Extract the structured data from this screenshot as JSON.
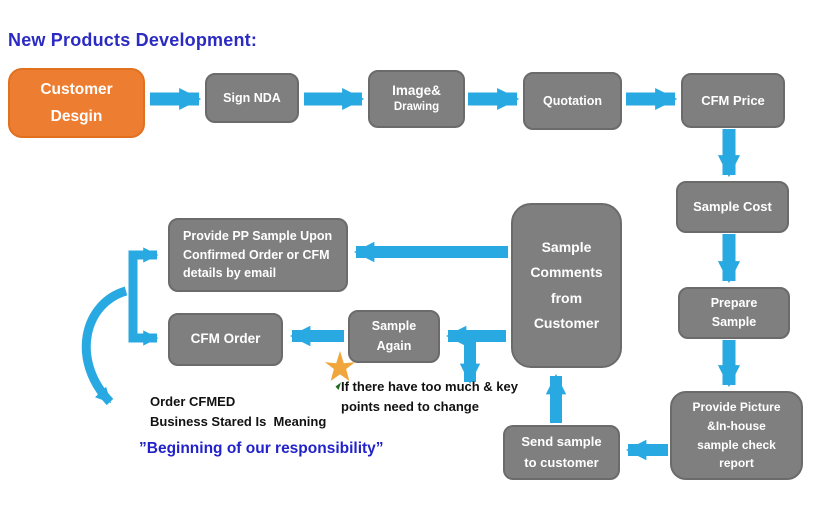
{
  "title": "New Products Development:",
  "colors": {
    "arrow_blue": "#29A9E1",
    "node_gray": "#7F7F7F",
    "node_orange": "#ED7D31",
    "title_blue": "#2B2BC3",
    "note_blue": "#2222CB",
    "star_gold": "#F0A63C"
  },
  "nodes": {
    "customer_design": "Customer\nDesgin",
    "sign_nda": "Sign NDA",
    "image_drawing_line1": "Image&",
    "image_drawing_line2": "Drawing",
    "quotation": "Quotation",
    "cfm_price": "CFM Price",
    "sample_cost": "Sample Cost",
    "prepare_sample": "Prepare\nSample",
    "provide_picture": "Provide Picture\n&In-house\nsample check\nreport",
    "sample_comments": "Sample\nComments\nfrom\nCustomer",
    "send_sample": "Send sample\nto customer",
    "provide_pp_sample": "Provide PP Sample Upon\nConfirmed Order or CFM\ndetails by email",
    "cfm_order": "CFM Order",
    "sample_again": "Sample\nAgain"
  },
  "notes": {
    "condition": "If there have too much & key\npoints need to change",
    "order_meaning": "Order CFMED\nBusiness Stared Is  Meaning",
    "responsibility": "”Beginning of our responsibility”"
  }
}
